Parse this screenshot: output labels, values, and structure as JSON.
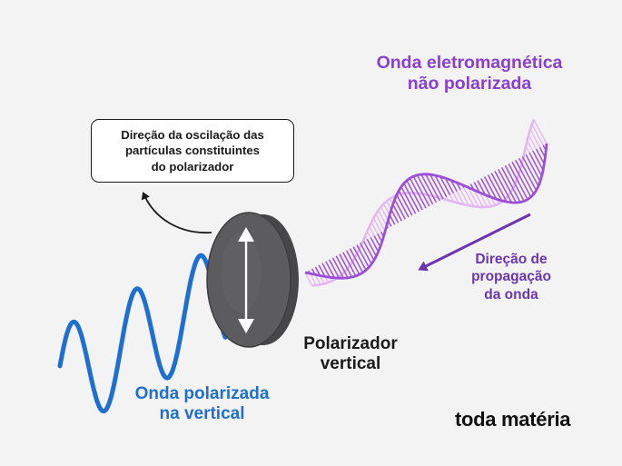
{
  "labels": {
    "unpolarized_wave": [
      "Onda eletromagnética",
      "não polarizada"
    ],
    "oscillation_box": [
      "Direção da oscilação das",
      "partículas constituintes",
      "do polarizador"
    ],
    "propagation": [
      "Direção de",
      "propagação",
      "da onda"
    ],
    "polarizer": [
      "Polarizador",
      "vertical"
    ],
    "polarized_wave": [
      "Onda polarizada",
      "na vertical"
    ]
  },
  "brand": "toda matéria",
  "colors": {
    "background": "#f3f3f3",
    "unpolarized_wave_dark": "#9b4fd6",
    "unpolarized_wave_light": "#e3b7f1",
    "polarized_wave": "#1f6fd0",
    "polarizer_disc": "#58585a",
    "propagation_arrow": "#6a36b0",
    "text_dark": "#1a1a1a"
  },
  "icons": {
    "polarizer_axis": "double-headed-arrow-icon",
    "propagation": "arrow-left-down-icon",
    "pointer": "curved-arrow-icon"
  }
}
